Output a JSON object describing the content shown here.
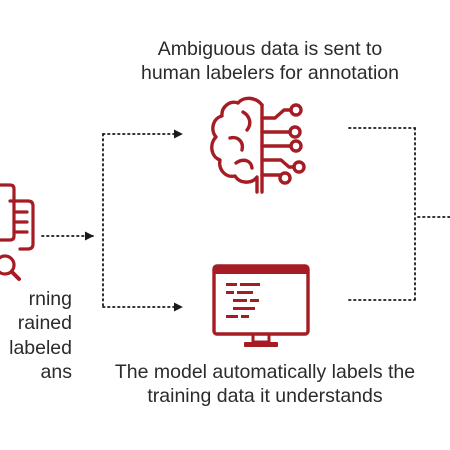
{
  "colors": {
    "accent": "#a51c24",
    "text": "#2b2b2b",
    "connector": "#1a1a1a"
  },
  "captions": {
    "annotation_lines": [
      "Ambiguous data is sent to",
      "human labelers for annotation"
    ],
    "auto_label_lines": [
      "The model automatically labels the",
      "training data it understands"
    ],
    "left_partial_lines": [
      "rning",
      "rained",
      "labeled",
      "ans"
    ]
  },
  "icons": {
    "left": "chat-search-icon",
    "top": "brain-circuit-icon",
    "bottom": "computer-monitor-code-icon"
  }
}
